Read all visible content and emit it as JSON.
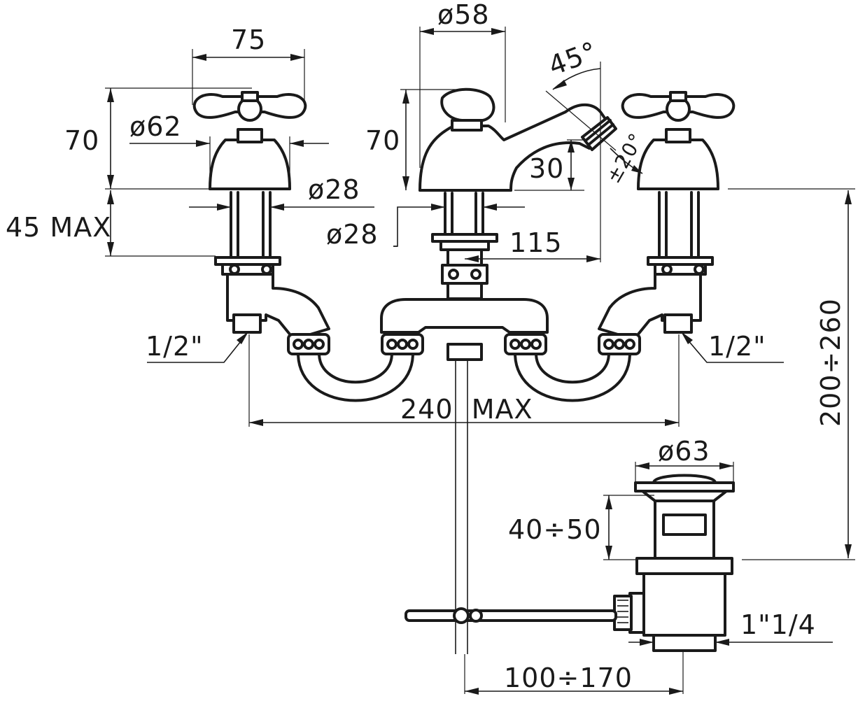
{
  "dimensions": {
    "handle_span": "75",
    "spout_body_dia": "ø58",
    "spout_angle": "45°",
    "handle_height": "70",
    "body_dia": "ø62",
    "spout_height": "70",
    "spout_offset": "30",
    "swivel_angle": "±20°",
    "left_shank_dia": "ø28",
    "left_shank_max": "45 MAX",
    "center_shank_dia": "ø28",
    "spout_reach": "115",
    "inlet_left": "1/2\"",
    "inlet_right": "1/2\"",
    "outlet_span": "240  MAX",
    "total_height": "200÷260",
    "drain_dia": "ø63",
    "drain_height": "40÷50",
    "drain_thread": "1\"1/4",
    "rod_distance": "100÷170"
  },
  "colors": {
    "line": "#1a1a1a",
    "background": "#ffffff"
  }
}
